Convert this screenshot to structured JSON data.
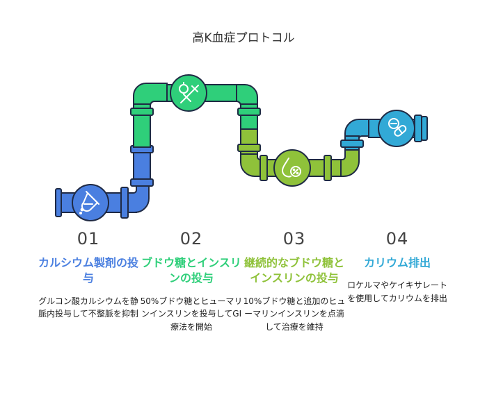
{
  "title": "高K血症プロトコル",
  "colors": {
    "step1": "#4a7fe0",
    "step2": "#2fcf7a",
    "step3": "#8fc23a",
    "step4": "#32a9d6"
  },
  "steps": [
    {
      "number": "01",
      "heading": "カルシウム製剤の投与",
      "description": "グルコン酸カルシウムを静脈内投与して不整脈を抑制",
      "icon": "test-tube-icon"
    },
    {
      "number": "02",
      "heading": "ブドウ糖とインスリンの投与",
      "description": "50%ブドウ糖とヒューマリンインスリンを投与してGI療法を開始",
      "icon": "syringe-icon"
    },
    {
      "number": "03",
      "heading": "継続的なブドウ糖とインスリンの投与",
      "description": "10%ブドウ糖と追加のヒューマリンインスリンを点滴して治療を維持",
      "icon": "drop-percent-icon"
    },
    {
      "number": "04",
      "heading": "カリウム排出",
      "description": "ロケルマやケイキサレートを使用してカリウムを排出",
      "icon": "pills-icon"
    }
  ]
}
